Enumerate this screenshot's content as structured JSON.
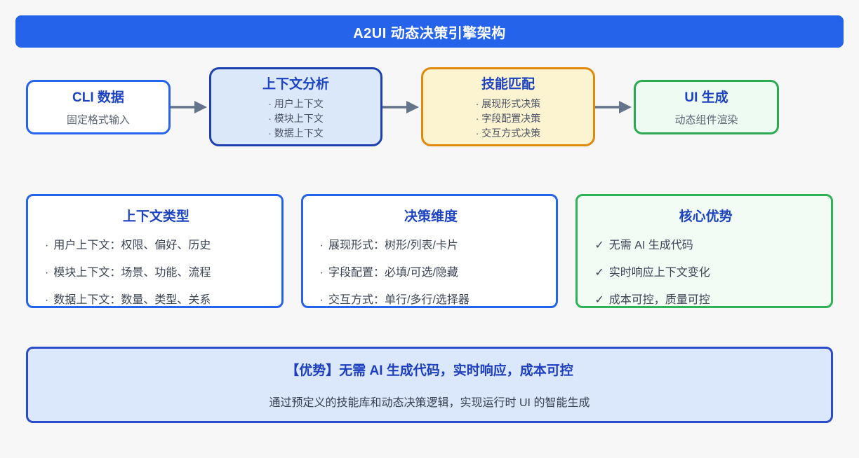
{
  "header": {
    "title": "A2UI 动态决策引擎架构"
  },
  "flow": {
    "bullet_char": "·",
    "nodes": [
      {
        "title": "CLI 数据",
        "subtitle": "固定格式输入"
      },
      {
        "title": "上下文分析",
        "items": [
          "用户上下文",
          "模块上下文",
          "数据上下文"
        ]
      },
      {
        "title": "技能匹配",
        "items": [
          "展现形式决策",
          "字段配置决策",
          "交互方式决策"
        ]
      },
      {
        "title": "UI 生成",
        "subtitle": "动态组件渲染"
      }
    ]
  },
  "cards": [
    {
      "title": "上下文类型",
      "marker": "·",
      "items": [
        "用户上下文：权限、偏好、历史",
        "模块上下文：场景、功能、流程",
        "数据上下文：数量、类型、关系"
      ]
    },
    {
      "title": "决策维度",
      "marker": "·",
      "items": [
        "展现形式：树形/列表/卡片",
        "字段配置：必填/可选/隐藏",
        "交互方式：单行/多行/选择器"
      ]
    },
    {
      "title": "核心优势",
      "marker": "✓",
      "items": [
        "无需 AI 生成代码",
        "实时响应上下文变化",
        "成本可控，质量可控"
      ]
    }
  ],
  "banner": {
    "title": "【优势】无需 AI 生成代码，实时响应，成本可控",
    "subtitle": "通过预定义的技能库和动态决策逻辑，实现运行时 UI 的智能生成"
  },
  "colors": {
    "primary_blue": "#2563eb",
    "title_blue": "#1d43c0",
    "navy_border": "#1e40af",
    "orange_border": "#e0890b",
    "green_border": "#2aa952",
    "arrow_gray": "#64748b",
    "light_blue_fill": "#dbe8fa",
    "light_yellow_fill": "#fcf3d1",
    "light_green_fill": "#edfbf2"
  }
}
